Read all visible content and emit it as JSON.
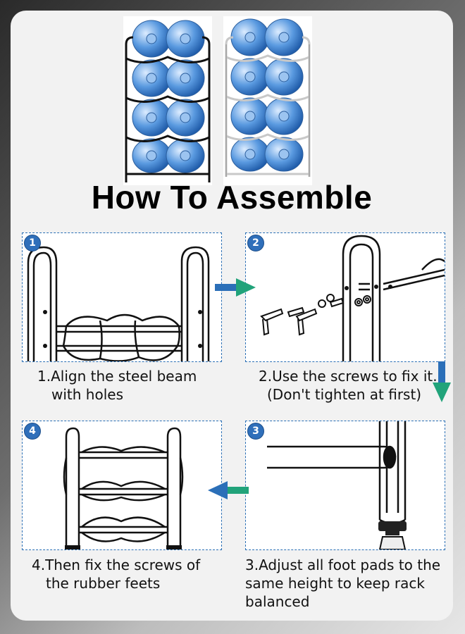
{
  "title": "How To Assemble",
  "colors": {
    "accent_blue": "#2f6fba",
    "arrow_teal": "#21a37a",
    "bottle_blue": "#5a9ae0"
  },
  "steps": [
    {
      "number": "1",
      "line1": "1.Align the steel beam",
      "line2": "with holes",
      "line3": ""
    },
    {
      "number": "2",
      "line1": "2.Use the screws to fix it.",
      "line2": "(Don't tighten at first)",
      "line3": ""
    },
    {
      "number": "3",
      "line1": "3.Adjust all foot pads to the",
      "line2": "same height to keep rack",
      "line3": "balanced"
    },
    {
      "number": "4",
      "line1": "4.Then fix the screws of",
      "line2": "the rubber feets",
      "line3": ""
    }
  ]
}
